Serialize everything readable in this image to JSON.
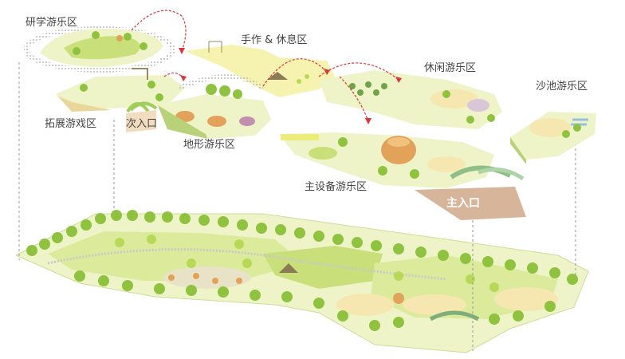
{
  "zones": {
    "research": "研学游乐区",
    "craft_rest": "手作 & 休息区",
    "leisure": "休闲游乐区",
    "sandpit": "沙池游乐区",
    "expansion": "拓展游戏区",
    "secondary_entrance": "次入口",
    "terrain": "地形游乐区",
    "main_equipment": "主设备游乐区",
    "main_entrance": "主入口"
  },
  "colors": {
    "ground": "#eef4c8",
    "lawn": "#c9e07a",
    "sand": "#f6e7b0",
    "tree": "#8fc33f",
    "path_red": "#d9363e",
    "plaza": "#d7b59a"
  }
}
